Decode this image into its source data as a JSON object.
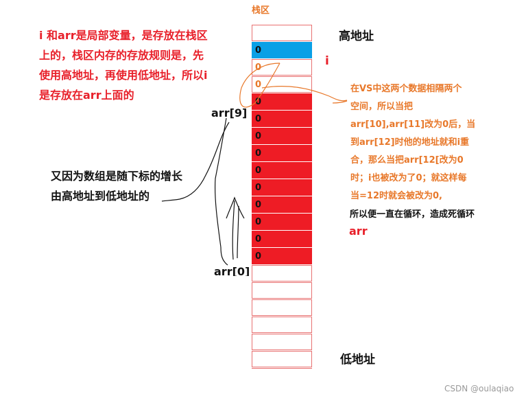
{
  "stack_label": "栈区",
  "high_address": "高地址",
  "low_address": "低地址",
  "i_label": "i",
  "arr9_label": "arr[9]",
  "arr0_label": "arr[0]",
  "note_left_red": [
    "i 和arr是局部变量，是存放在栈区",
    "上的，栈区内存的存放规则是，先",
    "使用高地址，再使用低地址，所以i",
    "是存放在arr上面的"
  ],
  "note_left_black": [
    "又因为数组是随下标的增长",
    "由高地址到低地址的"
  ],
  "note_right_orange": [
    "在VS中这两个数据相隔两个",
    "空间，所以当把",
    "arr[10],arr[11]改为0后，当",
    "到arr[12]时他的地址就和i重",
    "合，那么当把arr[12[改为0",
    "时；i也被改为了0；就这样每",
    "当=12时就会被改为0,"
  ],
  "note_right_black": "所以便一直在循环，造成死循环",
  "note_right_red": "arr",
  "cells": [
    {
      "value": "",
      "kind": "empty"
    },
    {
      "value": "0",
      "kind": "i"
    },
    {
      "value": "0",
      "kind": "gap"
    },
    {
      "value": "0",
      "kind": "gap"
    },
    {
      "value": "0",
      "kind": "arr"
    },
    {
      "value": "0",
      "kind": "arr"
    },
    {
      "value": "0",
      "kind": "arr"
    },
    {
      "value": "0",
      "kind": "arr"
    },
    {
      "value": "0",
      "kind": "arr"
    },
    {
      "value": "0",
      "kind": "arr"
    },
    {
      "value": "0",
      "kind": "arr"
    },
    {
      "value": "0",
      "kind": "arr"
    },
    {
      "value": "0",
      "kind": "arr"
    },
    {
      "value": "0",
      "kind": "arr"
    },
    {
      "value": "",
      "kind": "empty"
    },
    {
      "value": "",
      "kind": "empty"
    },
    {
      "value": "",
      "kind": "empty"
    },
    {
      "value": "",
      "kind": "empty"
    },
    {
      "value": "",
      "kind": "empty"
    },
    {
      "value": "",
      "kind": "empty"
    }
  ],
  "colors": {
    "i_cell": "#0aa0e6",
    "arr_cell": "#ee1c25",
    "empty_cell": "#ffffff",
    "gap_text": "#e8782a",
    "cell_border": "#e87070"
  },
  "watermark": "CSDN @oulaqiao"
}
